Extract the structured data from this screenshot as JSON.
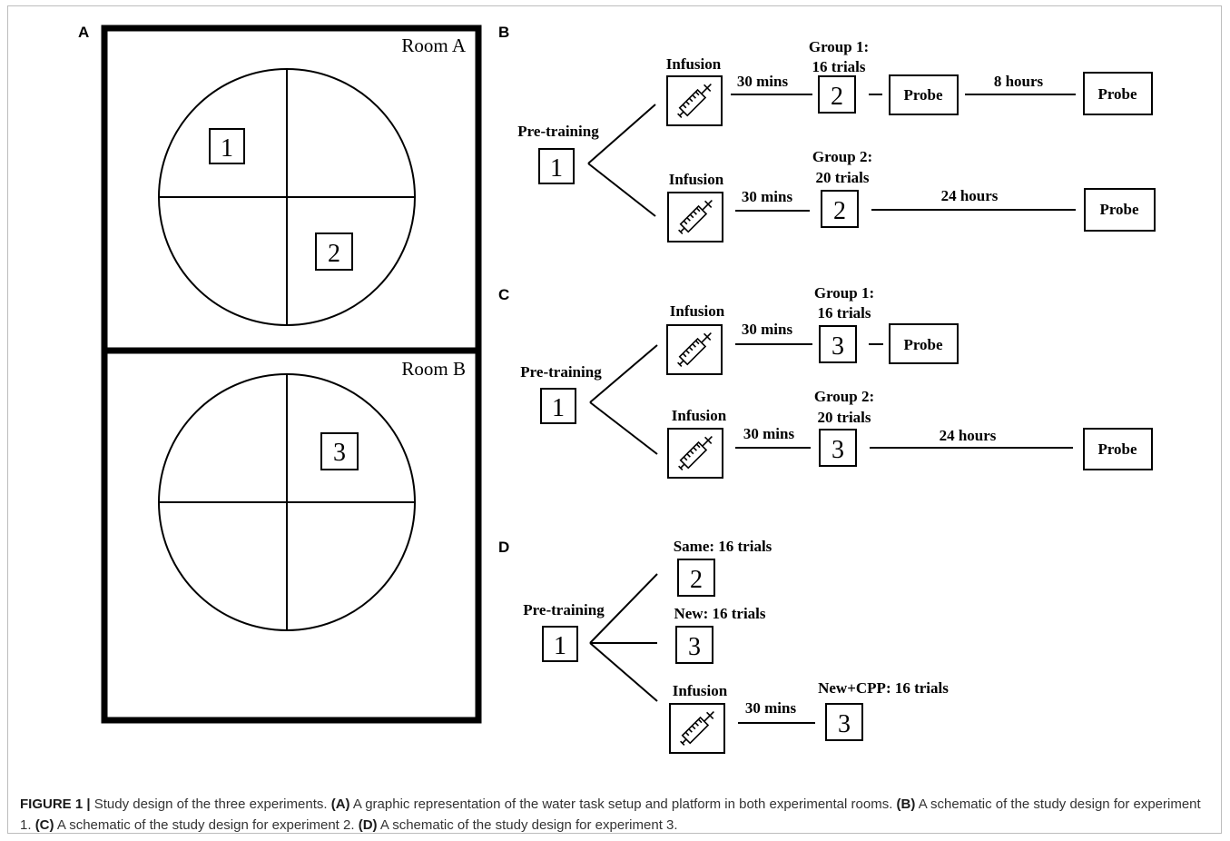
{
  "panel_labels": {
    "a": "A",
    "b": "B",
    "c": "C",
    "d": "D"
  },
  "rooms": [
    {
      "name": "Room A",
      "platforms": [
        "1",
        "2"
      ]
    },
    {
      "name": "Room B",
      "platforms": [
        "3"
      ]
    }
  ],
  "exp1": {
    "pre_training": "Pre-training",
    "start": "1",
    "group1": {
      "infusion": "Infusion",
      "delay": "30 mins",
      "title": "Group 1:",
      "trials": "16 trials",
      "platform": "2",
      "probe1": "Probe",
      "interval": "8 hours",
      "probe2": "Probe"
    },
    "group2": {
      "infusion": "Infusion",
      "delay": "30 mins",
      "title": "Group 2:",
      "trials": "20 trials",
      "platform": "2",
      "interval": "24 hours",
      "probe": "Probe"
    }
  },
  "exp2": {
    "pre_training": "Pre-training",
    "start": "1",
    "group1": {
      "infusion": "Infusion",
      "delay": "30 mins",
      "title": "Group 1:",
      "trials": "16 trials",
      "platform": "3",
      "probe": "Probe"
    },
    "group2": {
      "infusion": "Infusion",
      "delay": "30 mins",
      "title": "Group 2:",
      "trials": "20 trials",
      "platform": "3",
      "interval": "24 hours",
      "probe": "Probe"
    }
  },
  "exp3": {
    "pre_training": "Pre-training",
    "start": "1",
    "same": {
      "label": "Same: 16 trials",
      "platform": "2"
    },
    "new": {
      "label": "New: 16 trials",
      "platform": "3"
    },
    "cpp": {
      "infusion": "Infusion",
      "delay": "30 mins",
      "label": "New+CPP: 16 trials",
      "platform": "3"
    }
  },
  "caption": {
    "figure": "FIGURE 1 |",
    "text": " Study design of the three experiments. ",
    "a": "(A)",
    "a_text": " A graphic representation of the water task setup and platform in both experimental rooms. ",
    "b": "(B)",
    "b_text": " A schematic of the study design for experiment 1. ",
    "c": "(C)",
    "c_text": " A schematic of the study design for experiment 2. ",
    "d": "(D)",
    "d_text": " A schematic of the study design for experiment 3."
  }
}
